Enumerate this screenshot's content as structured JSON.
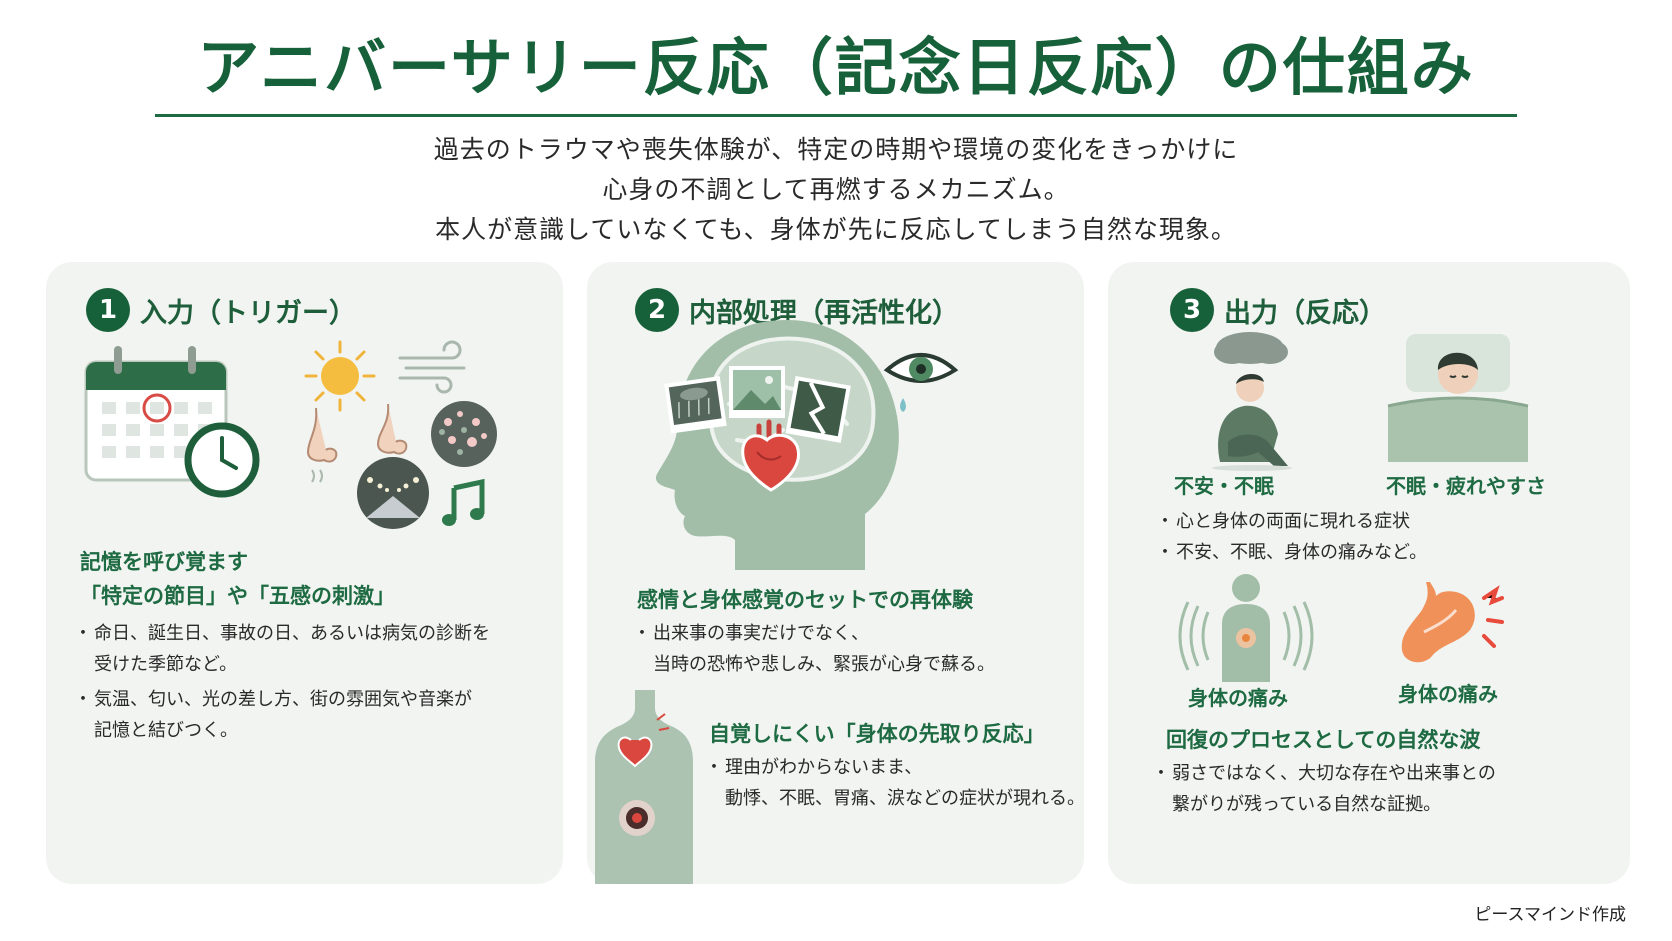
{
  "title": "アニバーサリー反応（記念日反応）の仕組み",
  "intro": [
    "過去のトラウマや喪失体験が、特定の時期や環境の変化をきっかけに",
    "心身の不調として再燃するメカニズム。",
    "本人が意識していなくても、身体が先に反応してしまう自然な現象。"
  ],
  "colors": {
    "primary": "#17613a",
    "panel": "#f1f4f1",
    "accent_red": "#d94b45",
    "sage": "#8fae94"
  },
  "panels": [
    {
      "num": "1",
      "title": "入力（トリガー）",
      "icons": [
        "calendar-icon",
        "clock-icon",
        "sun-icon",
        "wind-icon",
        "nose-icon",
        "flowers-icon",
        "street-lights-icon",
        "music-note-icon"
      ],
      "heading_lines": [
        "記憶を呼び覚ます",
        "「特定の節目」や「五感の刺激」"
      ],
      "bullets": [
        [
          "命日、誕生日、事故の日、あるいは病気の診断を",
          "受けた季節など。"
        ],
        [
          "気温、匂い、光の差し方、街の雰囲気や音楽が",
          "記憶と結びつく。"
        ]
      ]
    },
    {
      "num": "2",
      "title": "内部処理（再活性化）",
      "icons": [
        "head-brain-icon",
        "photo-memory-icon",
        "heart-icon",
        "teary-eye-icon",
        "body-heart-icon"
      ],
      "heading": "感情と身体感覚のセットでの再体験",
      "bullets": [
        [
          "出来事の事実だけでなく、",
          "当時の恐怖や悲しみ、緊張が心身で蘇る。"
        ]
      ],
      "sub_heading": "自覚しにくい「身体の先取り反応」",
      "sub_bullets": [
        [
          "理由がわからないまま、",
          "動悸、不眠、胃痛、涙などの症状が現れる。"
        ]
      ]
    },
    {
      "num": "3",
      "title": "出力（反応）",
      "icons": [
        "anxious-person-icon",
        "sleepless-person-icon",
        "body-pain-icon",
        "stomach-pain-icon"
      ],
      "captions": [
        "不安・不眠",
        "不眠・疲れやすさ",
        "身体の痛み",
        "身体の痛み"
      ],
      "bullets": [
        [
          "心と身体の両面に現れる症状"
        ],
        [
          "不安、不眠、身体の痛みなど。"
        ]
      ],
      "heading": "回復のプロセスとしての自然な波",
      "end_bullets": [
        [
          "弱さではなく、大切な存在や出来事との",
          "繋がりが残っている自然な証拠。"
        ]
      ]
    }
  ],
  "credit": "ピースマインド作成"
}
